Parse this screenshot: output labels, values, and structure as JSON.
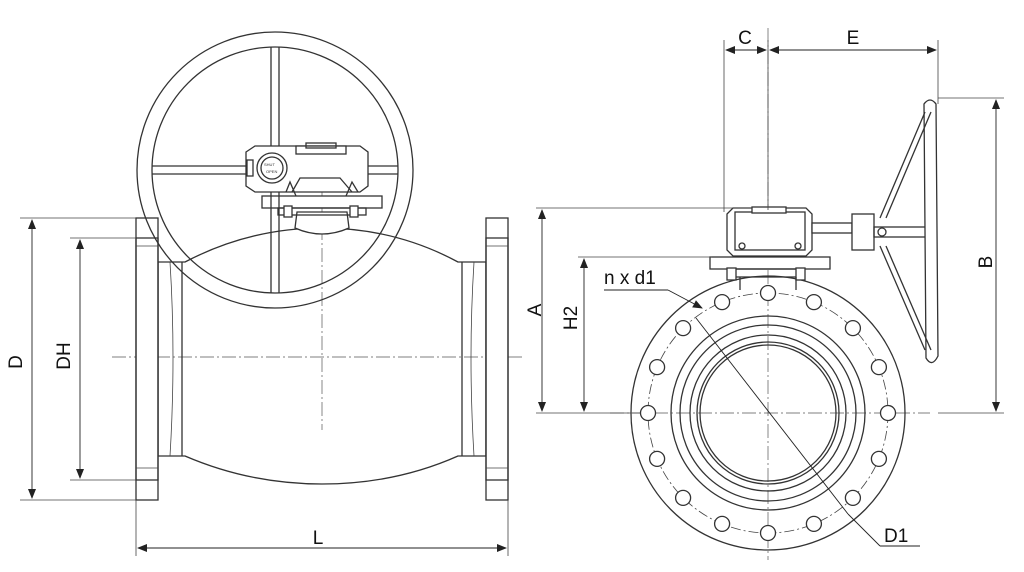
{
  "labels": {
    "d": "D",
    "dh": "DH",
    "l": "L",
    "c": "C",
    "e": "E",
    "a": "A",
    "h2": "H2",
    "b": "B",
    "nxd1": "n x d1",
    "d1": "D1"
  },
  "colors": {
    "line": "#333333",
    "background": "#ffffff"
  }
}
